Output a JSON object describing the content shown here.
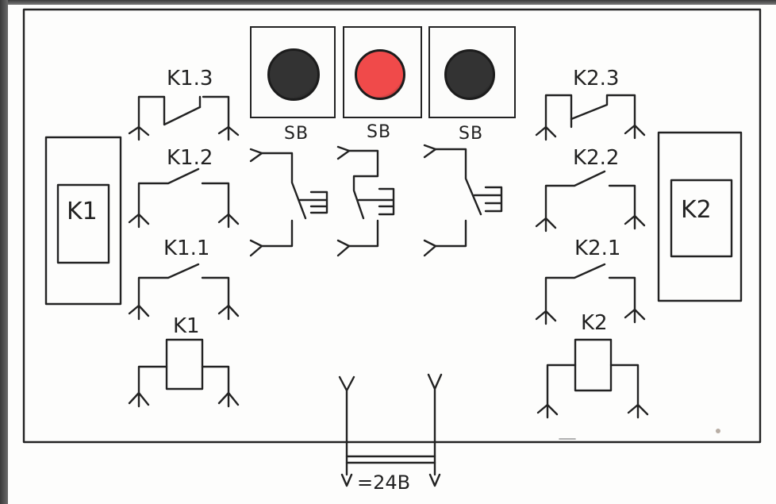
{
  "labels": {
    "k1_3": "K1.3",
    "k1_2": "K1.2",
    "k1_1": "K1.1",
    "k1_coil": "K1",
    "k2_3": "K2.3",
    "k2_2": "K2.2",
    "k2_1": "K2.1",
    "k2_coil": "K2",
    "relay_left": "K1",
    "relay_right": "K2",
    "sb_1": "SB",
    "sb_2": "SB",
    "sb_3": "SB",
    "supply": "=24B"
  },
  "buttons": [
    {
      "color": "#333333"
    },
    {
      "color": "#f04a4a"
    },
    {
      "color": "#333333"
    }
  ]
}
